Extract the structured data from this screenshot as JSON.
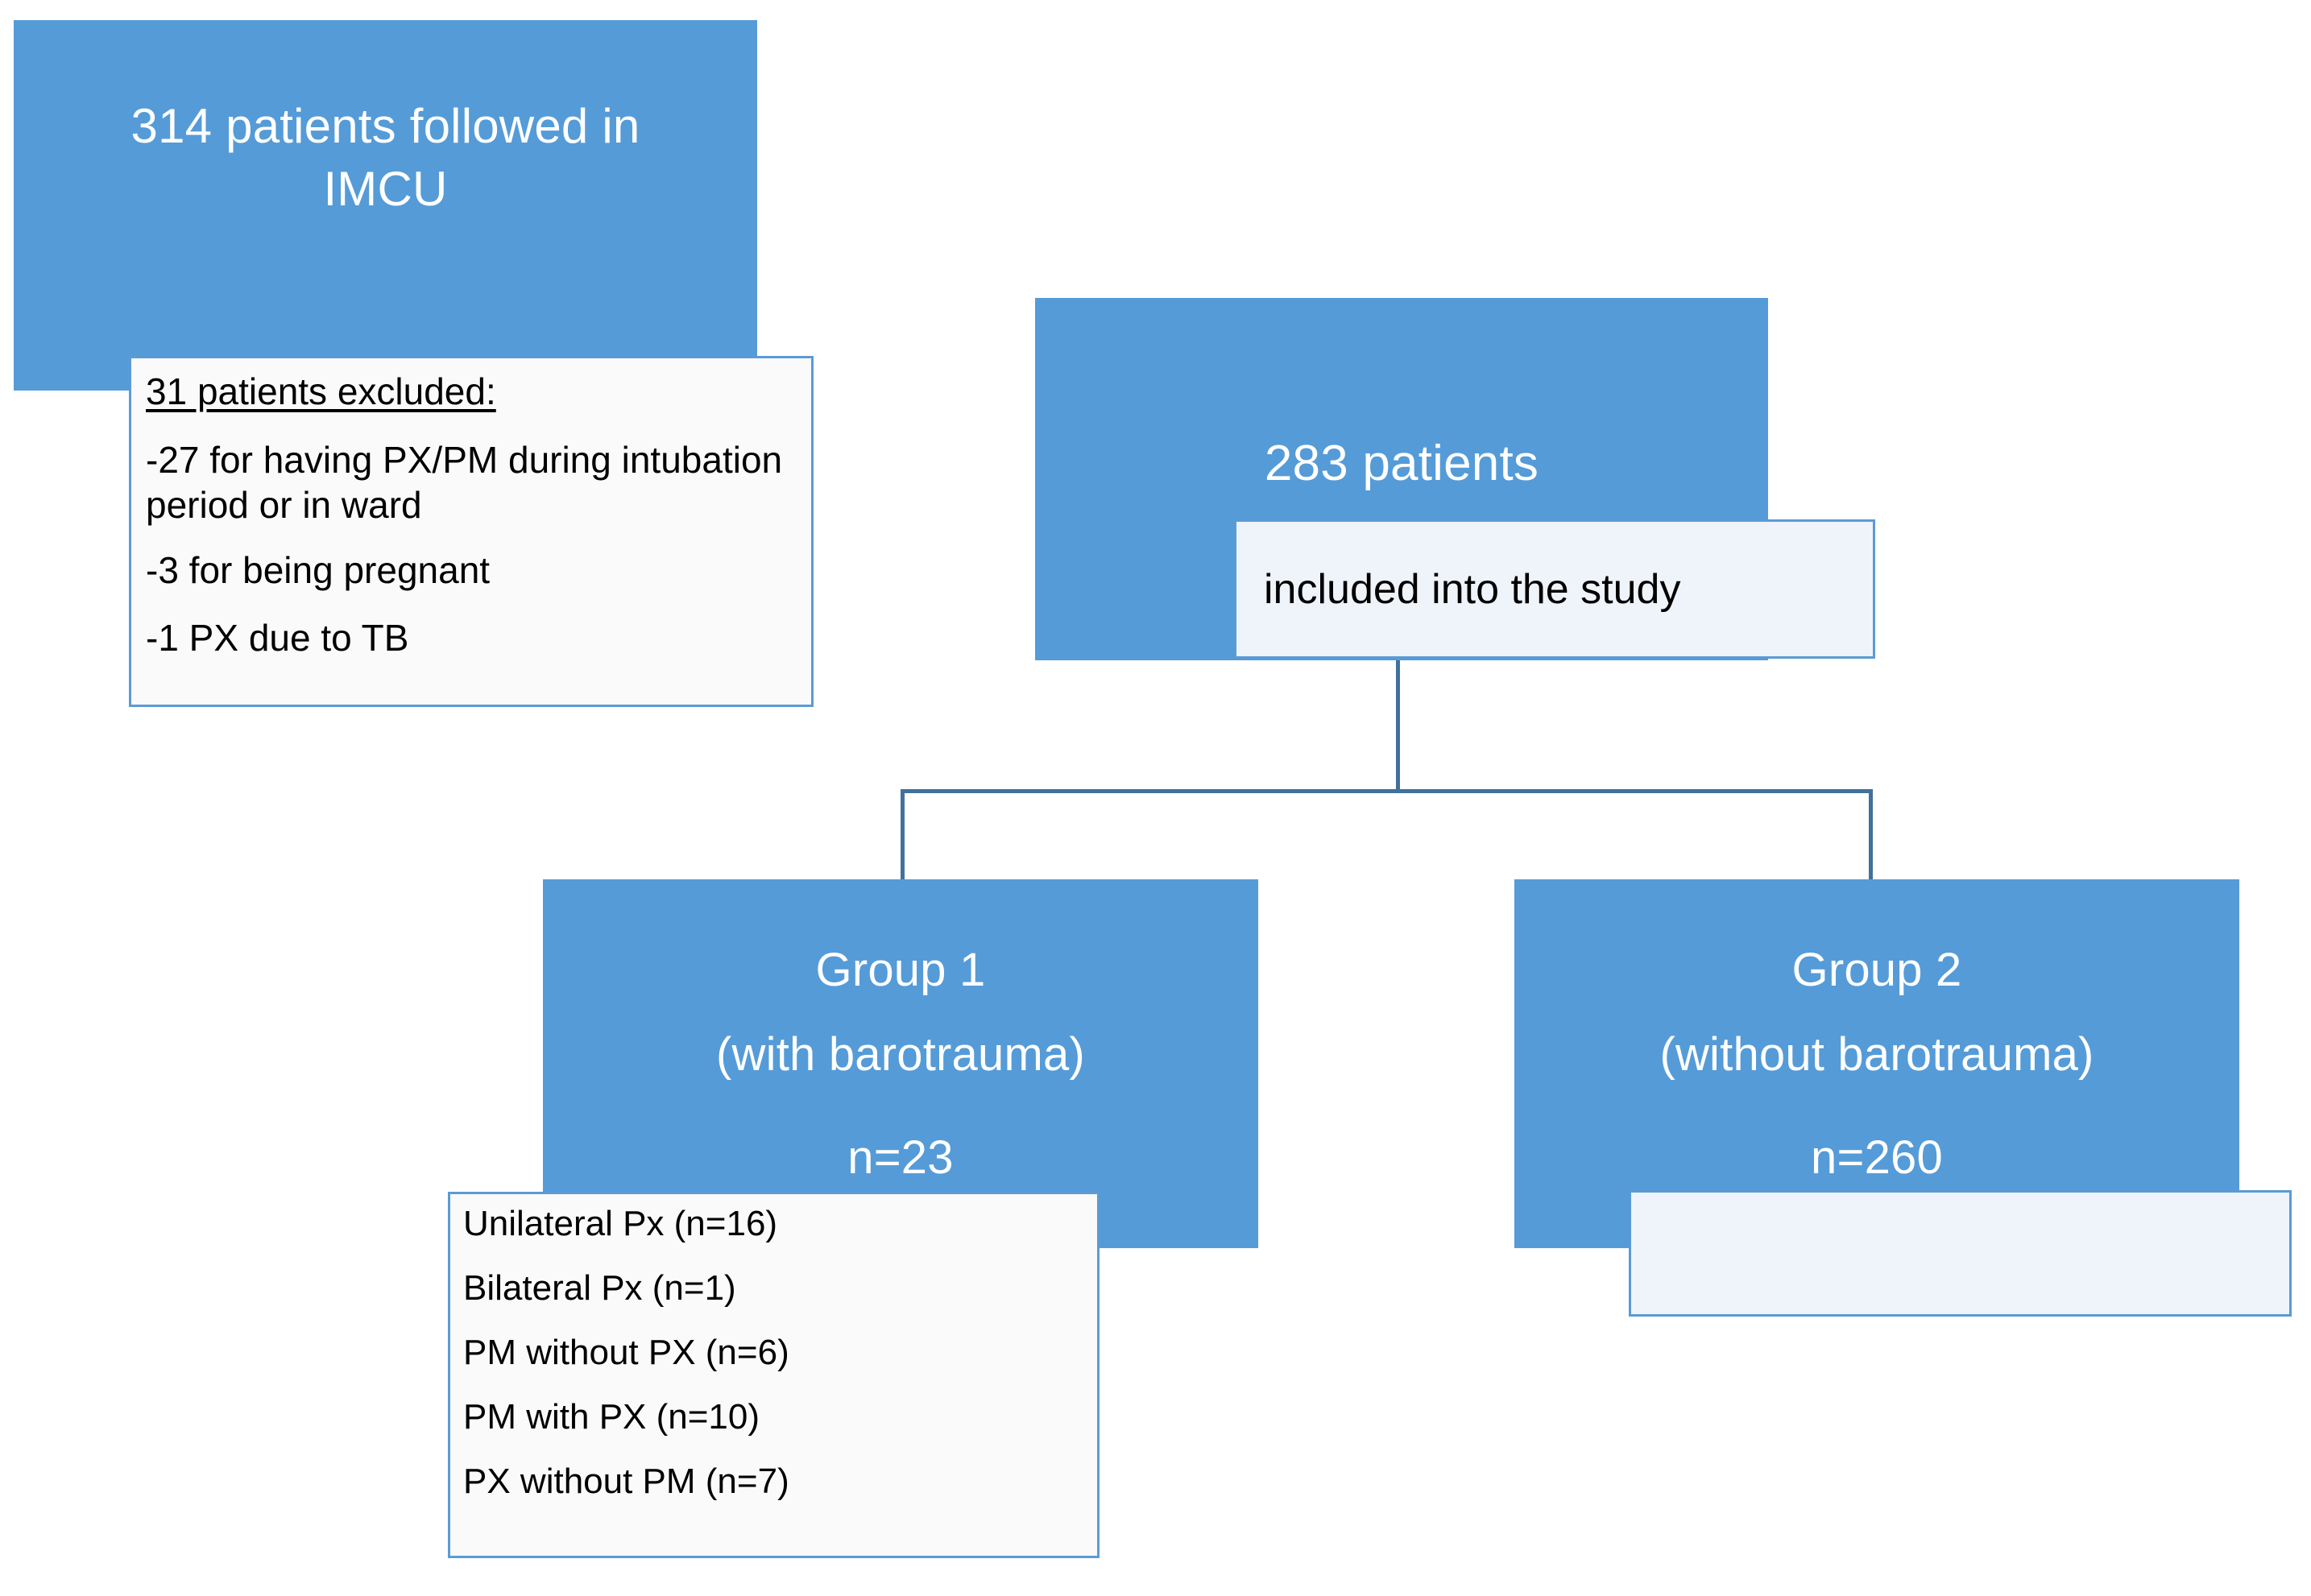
{
  "theme": {
    "box_blue": "#559BD8",
    "border_blue": "#5B9BD5",
    "connector_blue": "#41719C",
    "note_fill": "#FAFAFA",
    "note_fill_tint": "#EFF3FA",
    "text_on_blue": "#FFFFFF",
    "text_on_note": "#000000"
  },
  "flow": {
    "enrolled": {
      "line1": "314 patients followed in",
      "line2": "IMCU"
    },
    "excluded": {
      "heading": "31 patients excluded:",
      "reasons": [
        "-27 for having PX/PM during intubation period or in ward",
        "-3 for being pregnant",
        "-1 PX due to TB"
      ]
    },
    "included": {
      "count_line": "283 patients",
      "caption": "included into the study"
    },
    "group1": {
      "title": "Group 1",
      "subtitle": "(with barotrauma)",
      "n_label": "n=23",
      "breakdown": [
        "Unilateral Px (n=16)",
        "Bilateral Px (n=1)",
        "PM without PX (n=6)",
        "PM with PX (n=10)",
        "PX without PM (n=7)"
      ]
    },
    "group2": {
      "title": "Group 2",
      "subtitle": "(without barotrauma)",
      "n_label": "n=260",
      "breakdown": []
    }
  }
}
